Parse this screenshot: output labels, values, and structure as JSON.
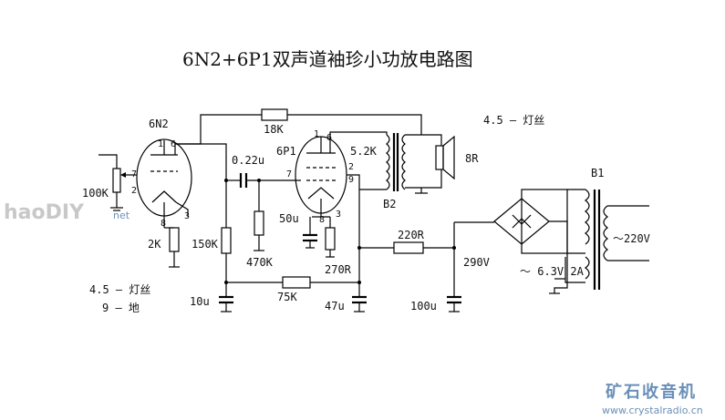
{
  "title": "6N2+6P1双声道袖珍小功放电路图",
  "tubes": {
    "v1": "6N2",
    "v2": "6P1",
    "v1_pins": {
      "p1": "1",
      "p6": "6",
      "p7": "7",
      "p2": "2",
      "p8": "8",
      "p3": "3"
    },
    "v2_pins": {
      "p1": "1",
      "p6": "6",
      "p7": "7",
      "p2": "2",
      "p3": "3",
      "p9": "9",
      "p8": "8"
    }
  },
  "components": {
    "r_feedback": "18K",
    "vol_pot": "100K",
    "r_cathode1": "2K",
    "r_plate1": "150K",
    "c_coupling": "0.22u",
    "r_grid": "470K",
    "c_cathode2": "50u",
    "r_cathode2": "270R",
    "r_filter": "75K",
    "c_filter1": "10u",
    "c_filter2": "47u",
    "r_supply": "220R",
    "c_supply": "100u",
    "output_impedance": "5.2K",
    "speaker": "8R",
    "output_transformer": "B2",
    "power_transformer": "B1",
    "hv_dc": "290V",
    "mains": "～220V",
    "heater": "～ 6.3V 2A"
  },
  "notes": {
    "heater_note": "4.5 — 灯丝",
    "ground_note": "9 — 地",
    "heater_note_v2": "4.5 — 灯丝"
  },
  "watermarks": {
    "left": "haoDIY",
    "left_small": "net",
    "right_cn": "矿石收音机",
    "right_url": "www.crystalradio.cn"
  }
}
